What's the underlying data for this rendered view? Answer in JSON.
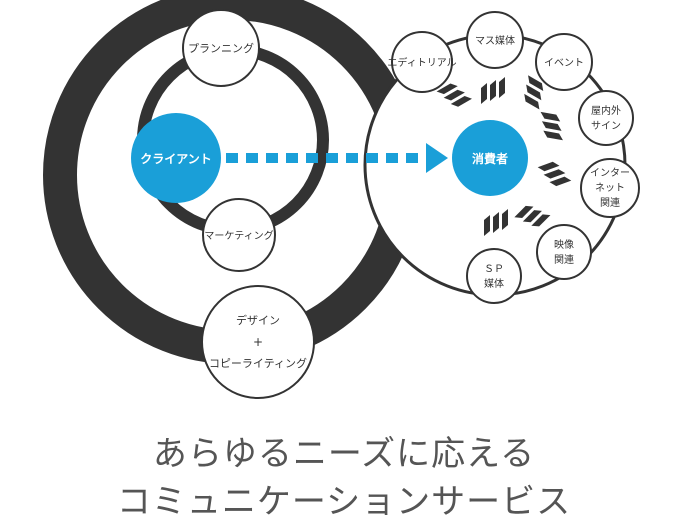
{
  "agency_cycle": {
    "planning": "プランニング",
    "client": "クライアント",
    "marketing": "マーケティング",
    "design_line1": "デザイン",
    "design_line2": "+",
    "design_line3": "コピーライティング"
  },
  "consumer": "消費者",
  "channels": {
    "editorial": "エディトリアル",
    "mass_media": "マス媒体",
    "event": "イベント",
    "outdoor_line1": "屋内外",
    "outdoor_line2": "サイン",
    "internet_line1": "インター",
    "internet_line2": "ネット",
    "internet_line3": "関連",
    "video_line1": "映像",
    "video_line2": "関連",
    "sp_line1": "ＳＰ",
    "sp_line2": "媒体"
  },
  "caption": {
    "line1": "あらゆるニーズに応える",
    "line2": "コミュニケーションサービス"
  },
  "colors": {
    "ring": "#333333",
    "accent": "#1a9fd8",
    "outline": "#333333"
  }
}
